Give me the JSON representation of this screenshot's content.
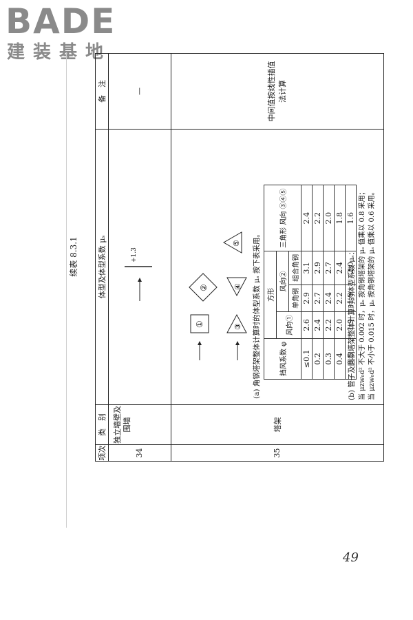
{
  "logo": {
    "en": "BADE",
    "cn": "建装基地"
  },
  "table": {
    "caption": "续表 8.3.1",
    "headers": {
      "no": "项次",
      "category": "类　别",
      "coefficient": "体型及体型系数 μₛ",
      "remarks": "备　注"
    },
    "rows": [
      {
        "no": "34",
        "category": "独立墙壁及围墙",
        "remarks": "—"
      },
      {
        "no": "35",
        "category": "塔架",
        "remarks": "中间值按线性插值法计算"
      }
    ]
  },
  "diagram": {
    "labels": [
      "①",
      "②",
      "③",
      "④",
      "⑤"
    ]
  },
  "section_a": {
    "caption": "(a) 角钢塔架整体计算时的体型系数 μₛ 按下表采用。",
    "headers": {
      "phi": "挡风系数 φ",
      "square": "方形",
      "wind1": "风向①",
      "wind2": "风向②",
      "single": "单角钢",
      "combined": "组合角钢",
      "triangle": "三角形 风向 ③④⑤"
    },
    "rows": [
      [
        "≤0.1",
        "2.6",
        "2.9",
        "3.1",
        "2.4"
      ],
      [
        "0.2",
        "2.4",
        "2.7",
        "2.9",
        "2.2"
      ],
      [
        "0.3",
        "2.2",
        "2.4",
        "2.7",
        "2.0"
      ],
      [
        "0.4",
        "2.0",
        "2.2",
        "2.4",
        "1.8"
      ],
      [
        "0.5",
        "1.9",
        "1.9",
        "2.0",
        "1.6"
      ]
    ]
  },
  "section_b": {
    "title": "(b) 管子及圆钢塔架整体计算时的体型系数 μₛ：",
    "line1": "当 μzw₀d² 不大于 0.002 时，μₛ 按角钢塔架的 μₛ 值乘以 0.8 采用；",
    "line2": "当 μzw₀d² 不小于 0.015 时，μₛ 按角钢塔架的 μₛ 值乘以 0.6 采用。"
  },
  "page_number": "49"
}
